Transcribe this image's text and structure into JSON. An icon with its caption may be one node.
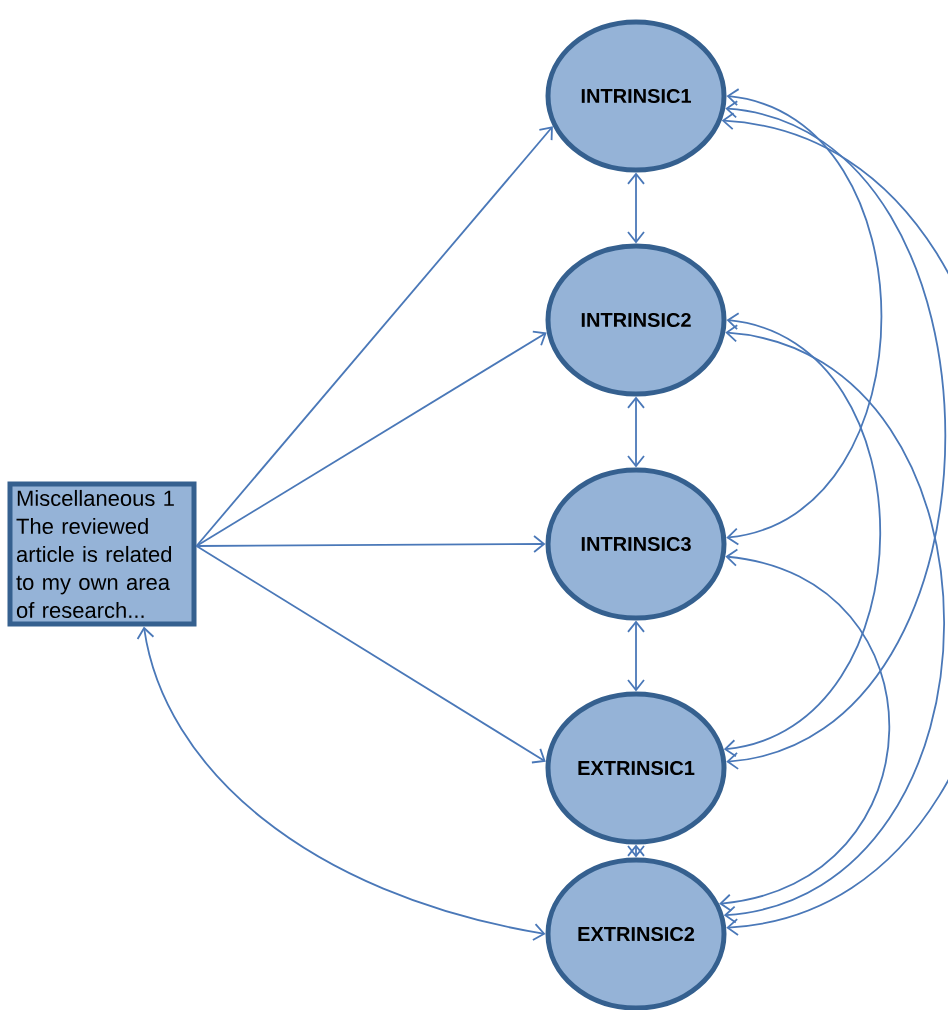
{
  "diagram": {
    "nodes": [
      {
        "text": [
          "Miscellaneous 1",
          "The reviewed article is related to my own area of research..."
        ]
      },
      {
        "text": [
          "INTRINSIC1"
        ]
      },
      {
        "text": [
          "INTRINSIC2"
        ]
      },
      {
        "text": [
          "INTRINSIC3"
        ]
      },
      {
        "text": [
          "EXTRINSIC1"
        ]
      },
      {
        "text": [
          "EXTRINSIC2"
        ]
      }
    ],
    "edges": [
      {
        "from": 0,
        "to": 1,
        "arrow": "to"
      },
      {
        "from": 0,
        "to": 2,
        "arrow": "to"
      },
      {
        "from": 0,
        "to": 3,
        "arrow": "to"
      },
      {
        "from": 0,
        "to": 4,
        "arrow": "to"
      },
      {
        "from": 0,
        "to": 5,
        "arrow": "both"
      },
      {
        "from": 1,
        "to": 2,
        "arrow": "both"
      },
      {
        "from": 2,
        "to": 3,
        "arrow": "both"
      },
      {
        "from": 3,
        "to": 4,
        "arrow": "both"
      },
      {
        "from": 4,
        "to": 5,
        "arrow": "both"
      },
      {
        "from": 1,
        "to": 3,
        "arrow": "both"
      },
      {
        "from": 1,
        "to": 4,
        "arrow": "both"
      },
      {
        "from": 1,
        "to": 5,
        "arrow": "both"
      },
      {
        "from": 2,
        "to": 4,
        "arrow": "both"
      },
      {
        "from": 2,
        "to": 5,
        "arrow": "both"
      },
      {
        "from": 3,
        "to": 5,
        "arrow": "both"
      }
    ]
  }
}
